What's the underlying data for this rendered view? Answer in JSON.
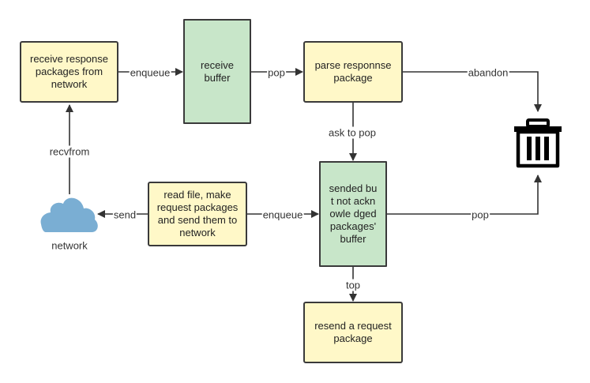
{
  "nodes": {
    "receive_response": "receive response packages from network",
    "receive_buffer": "receive buffer",
    "parse_response": "parse responnse package",
    "read_file": "read file, make request packages and send them to network",
    "sended_buffer": "sended but not acknowle dged packages' buffer",
    "resend_request": "resend a request package"
  },
  "edges": {
    "enqueue_receive": "enqueue",
    "pop_receive": "pop",
    "abandon": "abandon",
    "ask_to_pop": "ask to pop",
    "recvfrom": "recvfrom",
    "send": "send",
    "enqueue_sended": "enqueue",
    "pop_sended": "pop",
    "top": "top"
  },
  "network_label": "network",
  "icons": {
    "cloud": "cloud-icon",
    "trash": "trash-icon"
  },
  "colors": {
    "process_fill": "#fff8c8",
    "buffer_fill": "#c8e6c9",
    "cloud": "#7aaed3",
    "line": "#333333"
  }
}
